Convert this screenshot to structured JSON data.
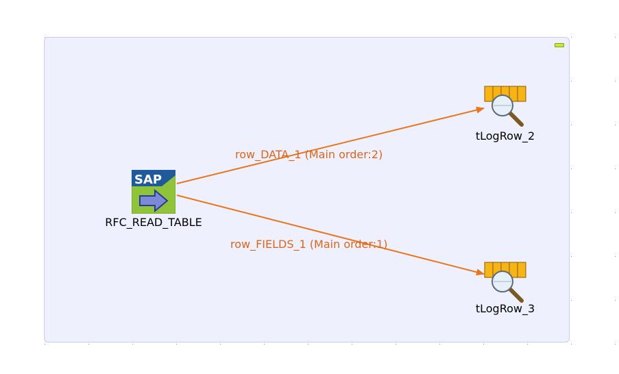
{
  "colors": {
    "canvas_bg": "#ffffff",
    "subjob_bg": "#eef1fd",
    "subjob_border": "#c5ccef",
    "link": "#e8761c",
    "link_label": "#d9661a",
    "grid_dot": "#808080"
  },
  "subjob": {
    "collapse_icon": "collapse-icon"
  },
  "components": [
    {
      "id": "rfc",
      "label": "RFC_READ_TABLE",
      "icon": "sap-input-icon",
      "icon_text": "SAP"
    },
    {
      "id": "log2",
      "label": "tLogRow_2",
      "icon": "log-row-icon"
    },
    {
      "id": "log3",
      "label": "tLogRow_3",
      "icon": "log-row-icon"
    }
  ],
  "links": [
    {
      "id": "data",
      "label": "row_DATA_1 (Main order:2)",
      "from": "rfc",
      "to": "log2"
    },
    {
      "id": "fields",
      "label": "row_FIELDS_1 (Main order:1)",
      "from": "rfc",
      "to": "log3"
    }
  ]
}
